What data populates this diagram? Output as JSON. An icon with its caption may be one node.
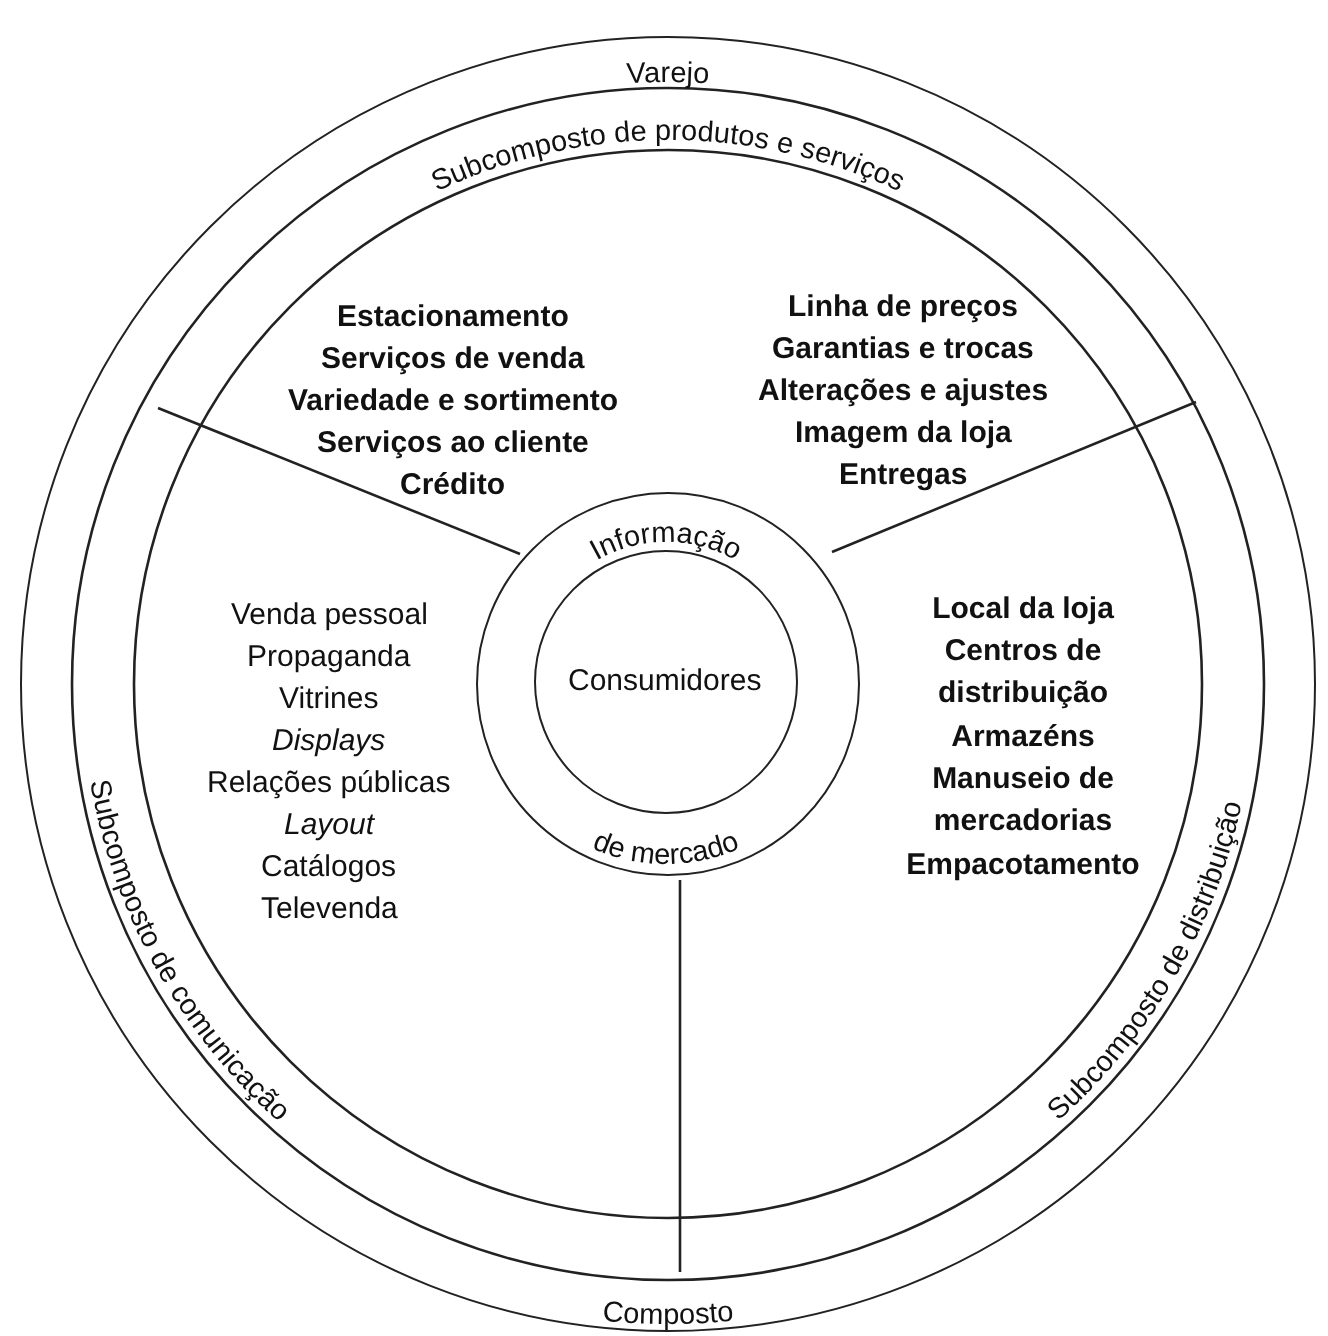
{
  "diagram": {
    "nodes": [
      {
        "text": [
          "Varejo",
          "Composto"
        ]
      },
      {
        "text": [
          "Subcomposto de produtos e serviços",
          "Estacionamento",
          "Serviços de venda",
          "Variedade e sortimento",
          "Serviços ao cliente",
          "Crédito",
          "Linha de preços",
          "Garantias e trocas",
          "Alterações e ajustes",
          "Imagem da loja",
          "Entregas"
        ],
        "in": 0
      },
      {
        "text": [
          "Subcomposto de comunicação",
          "Venda pessoal",
          "Propaganda",
          "Vitrines",
          "Displays",
          "Relações públicas",
          "Layout",
          "Catálogos",
          "Televenda"
        ],
        "in": 0
      },
      {
        "text": [
          "Subcomposto de distribuição",
          "Local da loja",
          "Centros de distribuição",
          "Armazéns",
          "Manuseio de mercadorias",
          "Empacotamento"
        ],
        "in": 0
      },
      {
        "text": [
          "Informação",
          "de mercado"
        ],
        "in": 0
      },
      {
        "text": [
          "Consumidores"
        ],
        "in": 4
      }
    ]
  }
}
